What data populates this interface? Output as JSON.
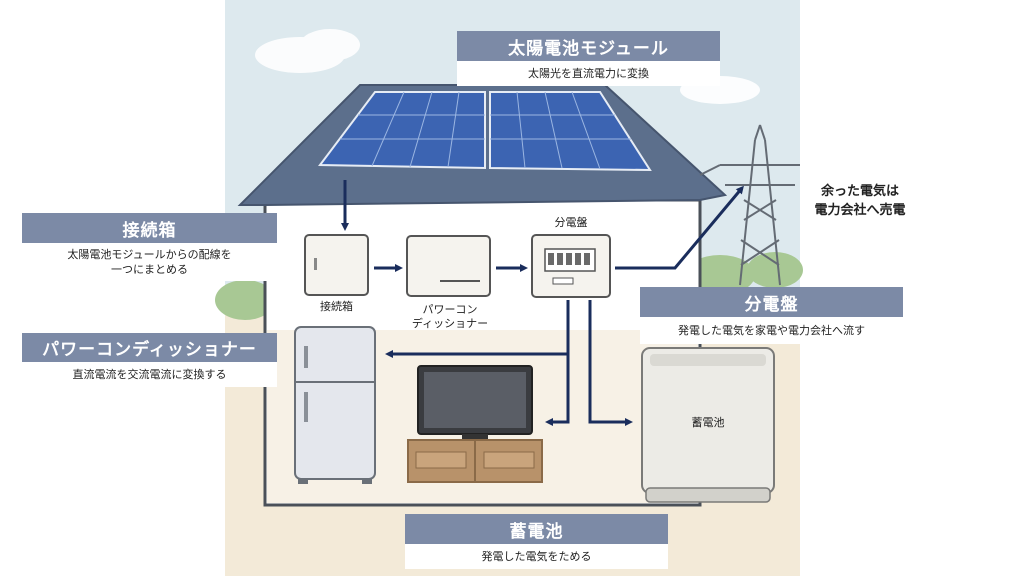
{
  "colors": {
    "sky": "#dde9ee",
    "ground": "#f4ecdc",
    "roof": "#5c6f8c",
    "wall": "#ffffff",
    "house_outline": "#4a5058",
    "panel": "#3c64b2",
    "arrow": "#1a2d5c",
    "label_bg": "#7c8aa6"
  },
  "labels": {
    "module_title": "太陽電池モジュール",
    "module_desc": "太陽光を直流電力に変換",
    "junction_title": "接続箱",
    "junction_desc_line1": "太陽電池モジュールからの配線を",
    "junction_desc_line2": "一つにまとめる",
    "pcs_title": "パワーコンディッショナー",
    "pcs_desc": "直流電流を交流電流に変換する",
    "panel_title": "分電盤",
    "panel_desc": "発電した電気を家電や電力会社へ流す",
    "battery_title": "蓄電池",
    "battery_desc": "発電した電気をためる",
    "sell_line1": "余った電気は",
    "sell_line2": "電力会社へ売電"
  },
  "device_labels": {
    "junction": "接続箱",
    "pcs_line1": "パワーコン",
    "pcs_line2": "ディッショナー",
    "panel": "分電盤",
    "battery": "蓄電池"
  },
  "icons": [
    "solar-panel-icon",
    "transmission-tower-icon",
    "refrigerator-icon",
    "television-icon",
    "battery-icon"
  ]
}
